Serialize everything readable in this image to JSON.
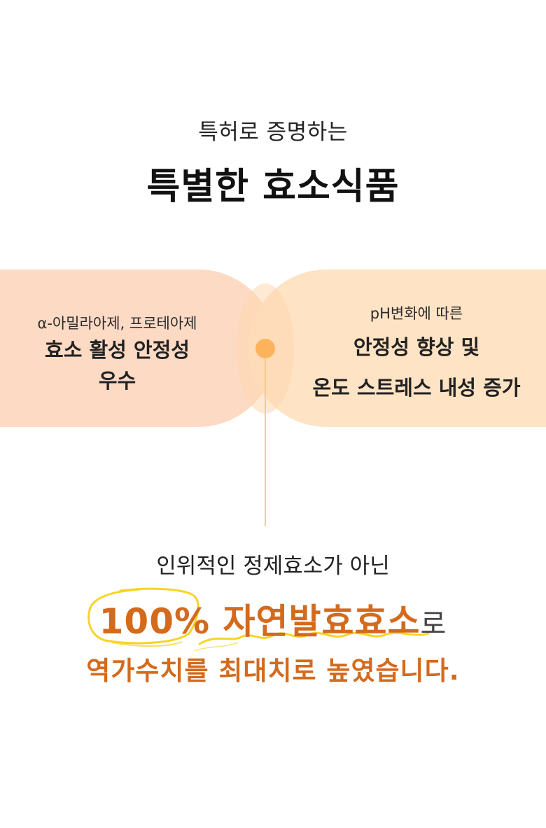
{
  "header": {
    "subtitle": "특허로 증명하는",
    "title": "특별한 효소식품"
  },
  "features": [
    {
      "small": "α-아밀라아제, 프로테아제",
      "big_lines": [
        "효소 활성 안정성",
        "우수"
      ],
      "bg_color": "#fddac4"
    },
    {
      "small": "pH변화에 따른",
      "big_lines": [
        "안정성 향상 및",
        "온도 스트레스 내성 증가"
      ],
      "bg_color": "#fee3c4"
    }
  ],
  "connector": {
    "dot_color": "#fdb35c",
    "line_color": "#f9c98a"
  },
  "claim": {
    "line1": "인위적인 정제효소가 아닌",
    "highlight_percent": "100%",
    "highlight_text": "자연발효효소",
    "line2_tail": "로",
    "line3": "역가수치를 최대치로 높였습니다.",
    "accent_color": "#d46a1c",
    "marker_color": "#f7d21a"
  }
}
